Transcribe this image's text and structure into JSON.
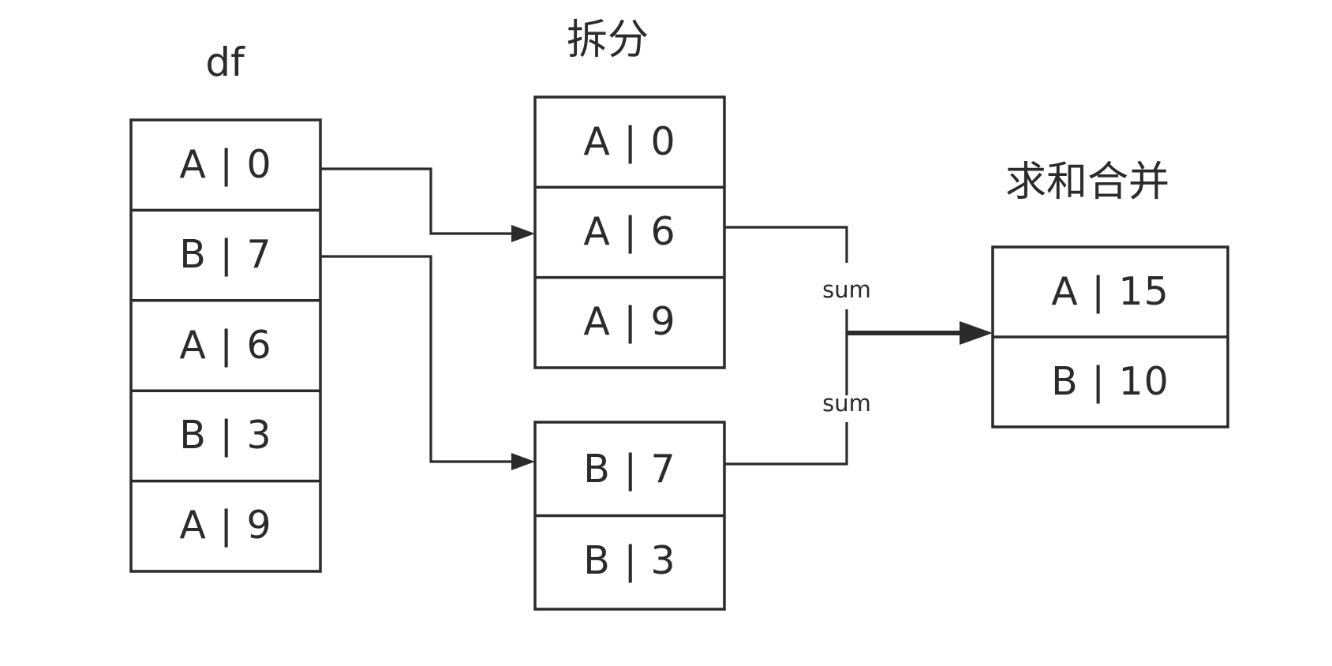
{
  "diagram": {
    "title": "pandas groupby split-apply-combine diagram",
    "background_color": "#ffffff",
    "stroke_color": "#2b2b2b"
  },
  "captions": {
    "source": "df",
    "split": "拆分",
    "combine": "求和合并"
  },
  "tables": {
    "source": {
      "caption": "df",
      "rows": [
        {
          "key": "A",
          "sep": "|",
          "value": "0"
        },
        {
          "key": "B",
          "sep": "|",
          "value": "7"
        },
        {
          "key": "A",
          "sep": "|",
          "value": "6"
        },
        {
          "key": "B",
          "sep": "|",
          "value": "3"
        },
        {
          "key": "A",
          "sep": "|",
          "value": "9"
        }
      ]
    },
    "group_a": {
      "rows": [
        {
          "key": "A",
          "sep": "|",
          "value": "0"
        },
        {
          "key": "A",
          "sep": "|",
          "value": "6"
        },
        {
          "key": "A",
          "sep": "|",
          "value": "9"
        }
      ]
    },
    "group_b": {
      "rows": [
        {
          "key": "B",
          "sep": "|",
          "value": "7"
        },
        {
          "key": "B",
          "sep": "|",
          "value": "3"
        }
      ]
    },
    "result": {
      "caption": "求和合并",
      "rows": [
        {
          "key": "A",
          "sep": "|",
          "value": "15"
        },
        {
          "key": "B",
          "sep": "|",
          "value": "10"
        }
      ]
    }
  },
  "edges": {
    "split_to_a_label": "",
    "split_to_b_label": "",
    "agg_upper_label": "sum",
    "agg_lower_label": "sum"
  },
  "cells": {
    "src_r0": "A  |  0",
    "src_r1": "B  |  7",
    "src_r2": "A  |  6",
    "src_r3": "B  |  3",
    "src_r4": "A  |  9",
    "ga_r0": "A  |  0",
    "ga_r1": "A  |  6",
    "ga_r2": "A  |  9",
    "gb_r0": "B  |  7",
    "gb_r1": "B  |  3",
    "res_r0": "A  |  15",
    "res_r1": "B  |  10"
  }
}
